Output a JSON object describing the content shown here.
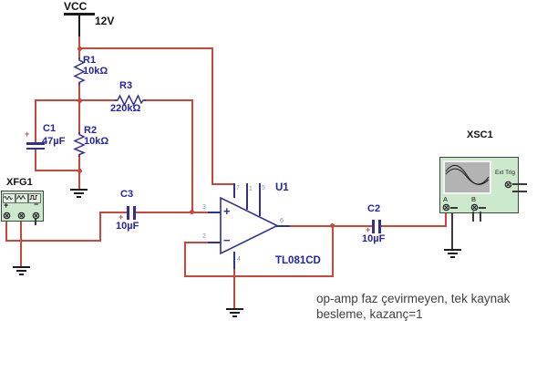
{
  "power": {
    "label": "VCC",
    "voltage": "12V"
  },
  "components": {
    "r1": {
      "ref": "R1",
      "value": "10kΩ"
    },
    "r2": {
      "ref": "R2",
      "value": "10kΩ"
    },
    "r3": {
      "ref": "R3",
      "value": "220kΩ"
    },
    "c1": {
      "ref": "C1",
      "value": "47µF",
      "polarity": "+"
    },
    "c2": {
      "ref": "C2",
      "value": "10µF",
      "polarity": "+"
    },
    "c3": {
      "ref": "C3",
      "value": "10µF",
      "polarity": "+"
    },
    "u1": {
      "ref": "U1",
      "part": "TL081CD",
      "noninv": "+",
      "inv": "−",
      "pins": {
        "p1": "1",
        "p2": "2",
        "p3": "3",
        "p4": "4",
        "p5": "5",
        "p6": "6",
        "p7": "7"
      }
    },
    "xfg1": {
      "ref": "XFG1",
      "plus": "+",
      "minus": "−"
    },
    "xsc1": {
      "ref": "XSC1",
      "ext_trig": "Ext Trig",
      "ch_a": "A",
      "ch_b": "B"
    }
  },
  "annotation": {
    "line1": "op-amp faz çevirmeyen, tek kaynak",
    "line2": "besleme, kazanç=1"
  },
  "colors": {
    "wire": "#c8493c",
    "symbol": "#32328c",
    "label": "#2424a4",
    "instrument_bg": "#cde9cd",
    "screen": "#b3b3b3",
    "pin_number": "#8a8ac8"
  }
}
